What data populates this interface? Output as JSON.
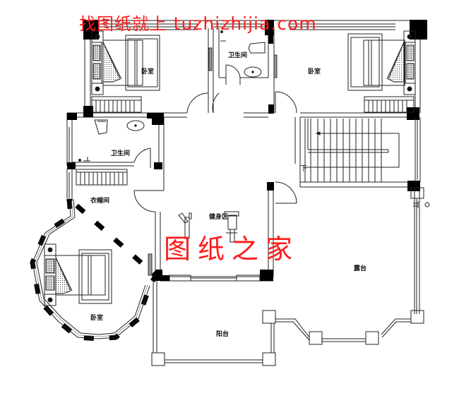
{
  "watermark": {
    "top_cn": "找图纸就上",
    "top_url": "tuzhizhijia.com",
    "center": "图纸之家",
    "color": "#ff1a1a"
  },
  "rooms": {
    "bedroom_nw": "卧室",
    "bathroom_north": "卫生间",
    "bedroom_ne": "卧室",
    "bathroom_west": "卫生间",
    "closet": "衣帽间",
    "gym": "健身区",
    "bedroom_sw": "卧室",
    "terrace": "露台",
    "balcony": "阳台"
  },
  "stairs": {
    "direction_label": "下"
  },
  "colors": {
    "wall": "#000000",
    "line": "#222222",
    "background": "#ffffff"
  }
}
